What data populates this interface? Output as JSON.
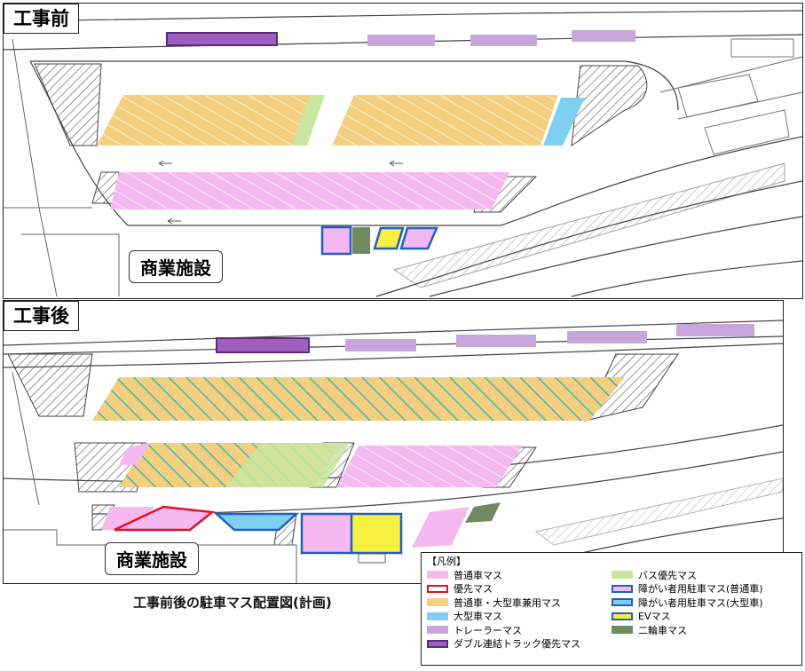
{
  "panels": {
    "before_label": "工事前",
    "after_label": "工事後",
    "facility_label": "商業施設"
  },
  "caption": "工事前後の駐車マス配置図(計画)",
  "legend": {
    "title": "【凡例】",
    "items": [
      {
        "label": "普通車マス",
        "fill": "#f6b8f0",
        "stroke": "none"
      },
      {
        "label": "優先マス",
        "fill": "#ffffff",
        "stroke": "#e01020"
      },
      {
        "label": "普通車・大型車兼用マス",
        "fill": "#f4cf7f",
        "stroke": "none"
      },
      {
        "label": "大型車マス",
        "fill": "#7fd0f0",
        "stroke": "none"
      },
      {
        "label": "トレーラーマス",
        "fill": "#c8a6dc",
        "stroke": "none"
      },
      {
        "label": "ダブル連結トラック優先マス",
        "fill": "#a05ec0",
        "stroke": "#5a2a80"
      },
      {
        "label": "バス優先マス",
        "fill": "#c8e6a0",
        "stroke": "none"
      },
      {
        "label": "障がい者用駐車マス(普通車)",
        "fill": "#f6b8f0",
        "stroke": "#2060c0"
      },
      {
        "label": "障がい者用駐車マス(大型車)",
        "fill": "#7fd0f0",
        "stroke": "#2060c0"
      },
      {
        "label": "EVマス",
        "fill": "#f8f040",
        "stroke": "#2060c0"
      },
      {
        "label": "二輪車マス",
        "fill": "#6f8a60",
        "stroke": "none"
      }
    ]
  }
}
